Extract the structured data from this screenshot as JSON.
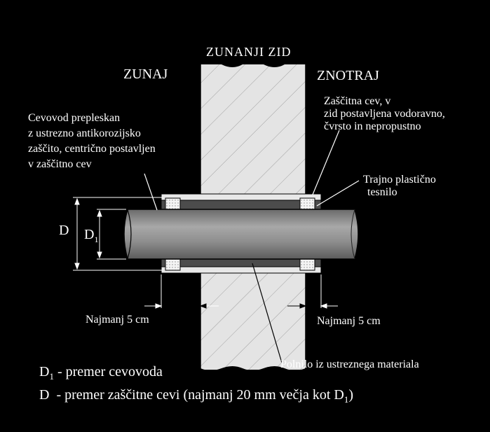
{
  "labels": {
    "wall_title": "ZUNANJI ZID",
    "outside": "ZUNAJ",
    "inside": "ZNOTRAJ",
    "protective_pipe_lines": [
      "Zaščitna cev, v",
      "zid postavljena vodoravno,",
      "čvrsto in nepropustno"
    ],
    "pipeline_lines": [
      "Cevovod prepleskan",
      "z ustrezno antikorozijsko",
      "zaščito, centrično postavljen",
      "v zaščitno cev"
    ],
    "seal_lines": [
      "Trajno plastično",
      "tesnilo"
    ],
    "dim_D": "D",
    "dim_D1": "D",
    "dim_D1_sub": "1",
    "min_left": "Najmanj 5 cm",
    "min_right": "Najmanj 5 cm",
    "filler": "Polnilo iz ustreznega materiala"
  },
  "legend": {
    "d1_symbol": "D",
    "d1_sub": "1",
    "d1_text": " - premer cevovoda",
    "d_symbol": "D",
    "d_text": "  - premer zaščitne cevi (najmanj 20 mm večja kot D",
    "d_text_sub": "1",
    "d_text_end": ")"
  },
  "colors": {
    "background": "#000000",
    "wall": "#e6e6e6",
    "hatch": "#9a9a9a",
    "pipe": "#8c8c8c",
    "sleeve": "#505050",
    "seal": "#f2f2f2",
    "line": "#000000"
  }
}
